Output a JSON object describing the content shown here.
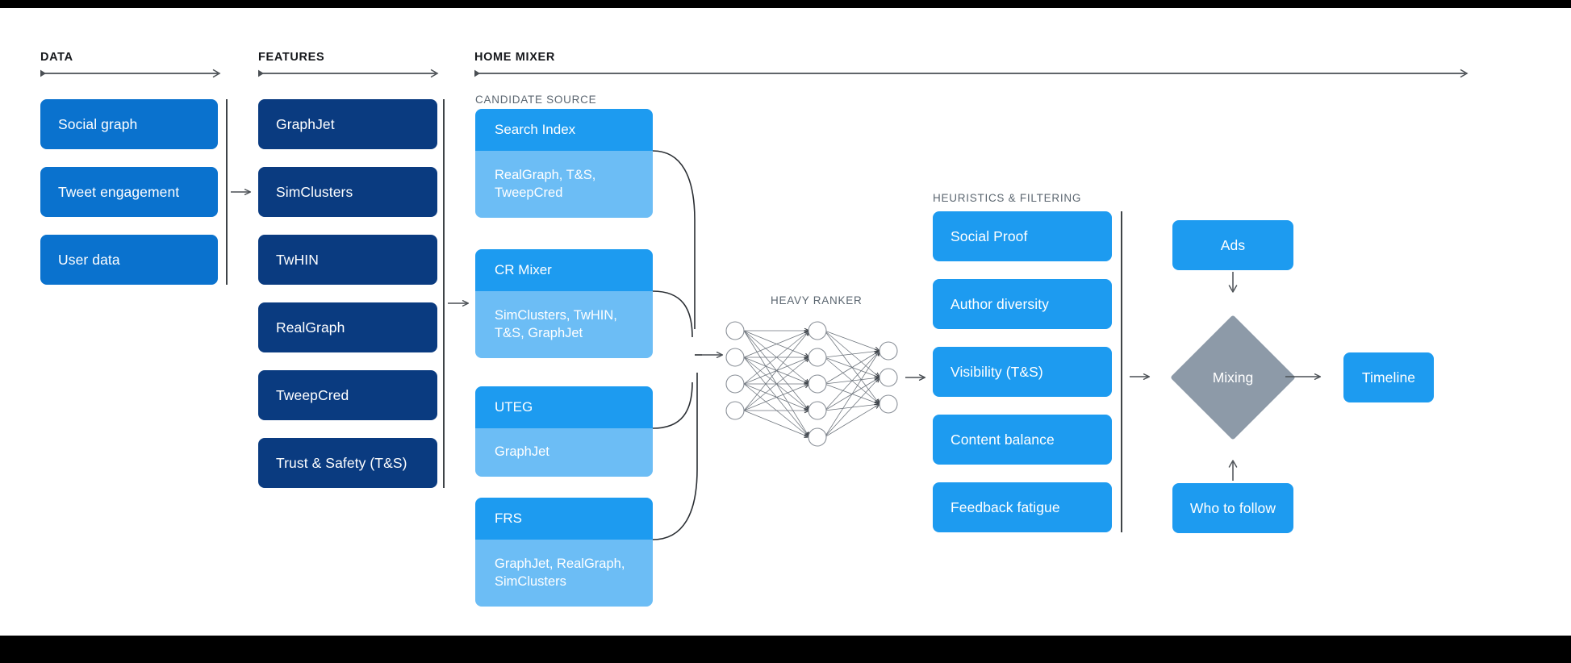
{
  "sections": {
    "data": {
      "title": "DATA"
    },
    "features": {
      "title": "FEATURES"
    },
    "home_mixer": {
      "title": "HOME MIXER"
    },
    "candidate_source": {
      "title": "CANDIDATE SOURCE"
    },
    "heavy_ranker": {
      "title": "HEAVY RANKER"
    },
    "heuristics": {
      "title": "HEURISTICS & FILTERING"
    }
  },
  "data_cards": [
    {
      "label": "Social graph"
    },
    {
      "label": "Tweet engagement"
    },
    {
      "label": "User data"
    }
  ],
  "feature_cards": [
    {
      "label": "GraphJet"
    },
    {
      "label": "SimClusters"
    },
    {
      "label": "TwHIN"
    },
    {
      "label": "RealGraph"
    },
    {
      "label": "TweepCred"
    },
    {
      "label": "Trust & Safety (T&S)"
    }
  ],
  "candidate_sources": [
    {
      "name": "Search Index",
      "features": "RealGraph, T&S,\nTweepCred"
    },
    {
      "name": "CR Mixer",
      "features": "SimClusters, TwHIN,\nT&S, GraphJet"
    },
    {
      "name": "UTEG",
      "features": "GraphJet"
    },
    {
      "name": "FRS",
      "features": "GraphJet, RealGraph,\nSimClusters"
    }
  ],
  "heuristic_cards": [
    {
      "label": "Social Proof"
    },
    {
      "label": "Author diversity"
    },
    {
      "label": "Visibility (T&S)"
    },
    {
      "label": "Content balance"
    },
    {
      "label": "Feedback fatigue"
    }
  ],
  "mixing": {
    "ads_label": "Ads",
    "mixing_label": "Mixing",
    "who_to_follow_label": "Who to follow",
    "timeline_label": "Timeline"
  },
  "neural_net": {
    "input_nodes": 4,
    "hidden_nodes": 5,
    "output_nodes": 3
  },
  "colors": {
    "data_blue": "#0a72ce",
    "feature_navy": "#0a3b80",
    "accent_blue": "#1d9bf0",
    "light_blue": "#6cbdf5",
    "diamond_gray": "#8d9aa8",
    "rule_gray": "#5b6670",
    "letterbox": "#000000"
  }
}
